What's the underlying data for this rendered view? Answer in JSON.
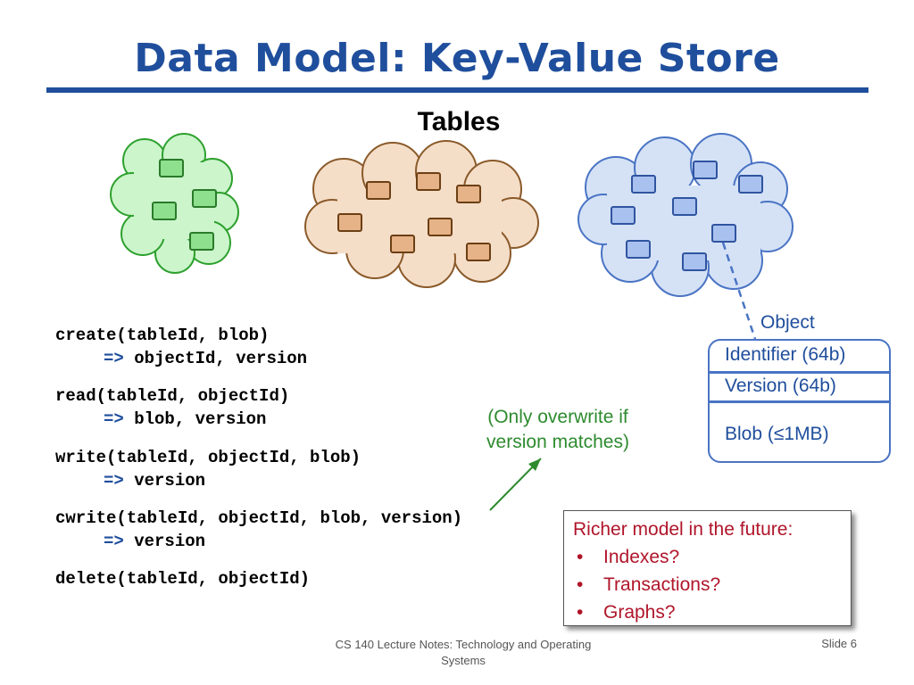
{
  "slide": {
    "title": "Data Model: Key-Value Store",
    "subtitle": "Tables",
    "colors": {
      "title_blue": "#1f4e9c",
      "green_cloud": "#ccf5cc",
      "orange_cloud": "#f5dec8",
      "blue_cloud": "#d5e2f6",
      "note_green": "#2e8b2e",
      "future_red": "#b0152a"
    }
  },
  "api": [
    {
      "call": "create(tableId, blob)",
      "arrow": "=>",
      "result": "objectId, version"
    },
    {
      "call": "read(tableId, objectId)",
      "arrow": "=>",
      "result": "blob, version"
    },
    {
      "call": "write(tableId, objectId, blob)",
      "arrow": "=>",
      "result": "version"
    },
    {
      "call": "cwrite(tableId, objectId, blob, version)",
      "arrow": "=>",
      "result": "version"
    },
    {
      "call": "delete(tableId, objectId)"
    }
  ],
  "object": {
    "label": "Object",
    "rows": [
      "Identifier (64b)",
      "Version (64b)",
      "Blob (≤1MB)"
    ]
  },
  "note": "(Only overwrite if version matches)",
  "future": {
    "heading": "Richer model in the future:",
    "bullet": "•",
    "items": [
      "Indexes?",
      "Transactions?",
      "Graphs?"
    ]
  },
  "footer": {
    "text": "CS 140 Lecture Notes: Technology and Operating Systems",
    "slide_number": "Slide 6"
  }
}
